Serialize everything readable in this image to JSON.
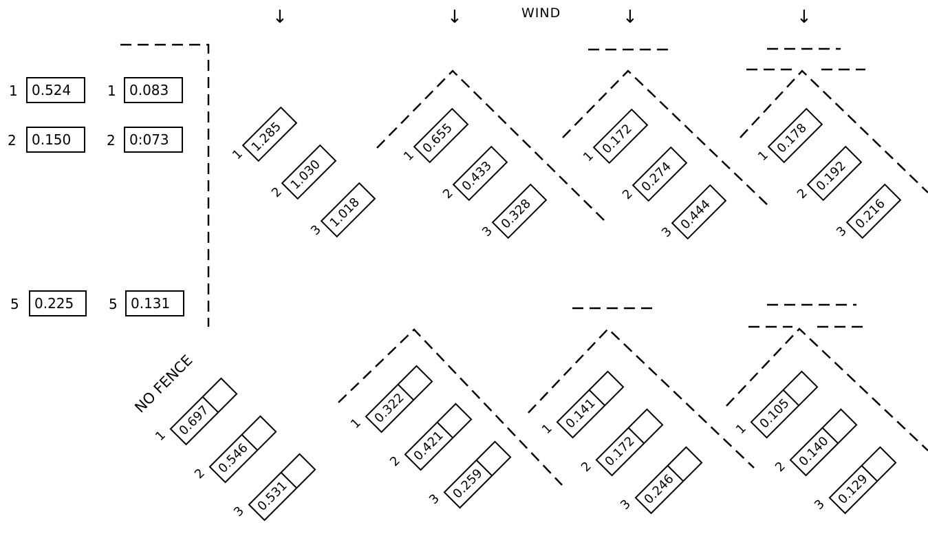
{
  "header": {
    "title": "WIND",
    "arrow_glyph": "↓"
  },
  "no_fence_label": "NO FENCE",
  "reference_table": [
    {
      "pos": "1",
      "a": "0.524",
      "b": "0.083"
    },
    {
      "pos": "2",
      "a": "0.150",
      "b": "0:073"
    },
    {
      "pos": "5",
      "a": "0.225",
      "b": "0.131"
    }
  ],
  "upper_row": [
    {
      "items": [
        {
          "pos": "1",
          "value": "1.285"
        },
        {
          "pos": "2",
          "value": "1.030"
        },
        {
          "pos": "3",
          "value": "1.018"
        }
      ]
    },
    {
      "items": [
        {
          "pos": "1",
          "value": "0.655"
        },
        {
          "pos": "2",
          "value": "0.433"
        },
        {
          "pos": "3",
          "value": "0.328"
        }
      ]
    },
    {
      "items": [
        {
          "pos": "1",
          "value": "0.172"
        },
        {
          "pos": "2",
          "value": "0.274"
        },
        {
          "pos": "3",
          "value": "0.444"
        }
      ]
    },
    {
      "items": [
        {
          "pos": "1",
          "value": "0.178"
        },
        {
          "pos": "2",
          "value": "0.192"
        },
        {
          "pos": "3",
          "value": "0.216"
        }
      ]
    }
  ],
  "lower_row": [
    {
      "items": [
        {
          "pos": "1",
          "value": "0.697"
        },
        {
          "pos": "2",
          "value": "0.546"
        },
        {
          "pos": "3",
          "value": "0.531"
        }
      ]
    },
    {
      "items": [
        {
          "pos": "1",
          "value": "0.322"
        },
        {
          "pos": "2",
          "value": "0.421"
        },
        {
          "pos": "3",
          "value": "0.259"
        }
      ]
    },
    {
      "items": [
        {
          "pos": "1",
          "value": "0.141"
        },
        {
          "pos": "2",
          "value": "0.172"
        },
        {
          "pos": "3",
          "value": "0.246"
        }
      ]
    },
    {
      "items": [
        {
          "pos": "1",
          "value": "0.105"
        },
        {
          "pos": "2",
          "value": "0.140"
        },
        {
          "pos": "3",
          "value": "0.129"
        }
      ]
    }
  ]
}
